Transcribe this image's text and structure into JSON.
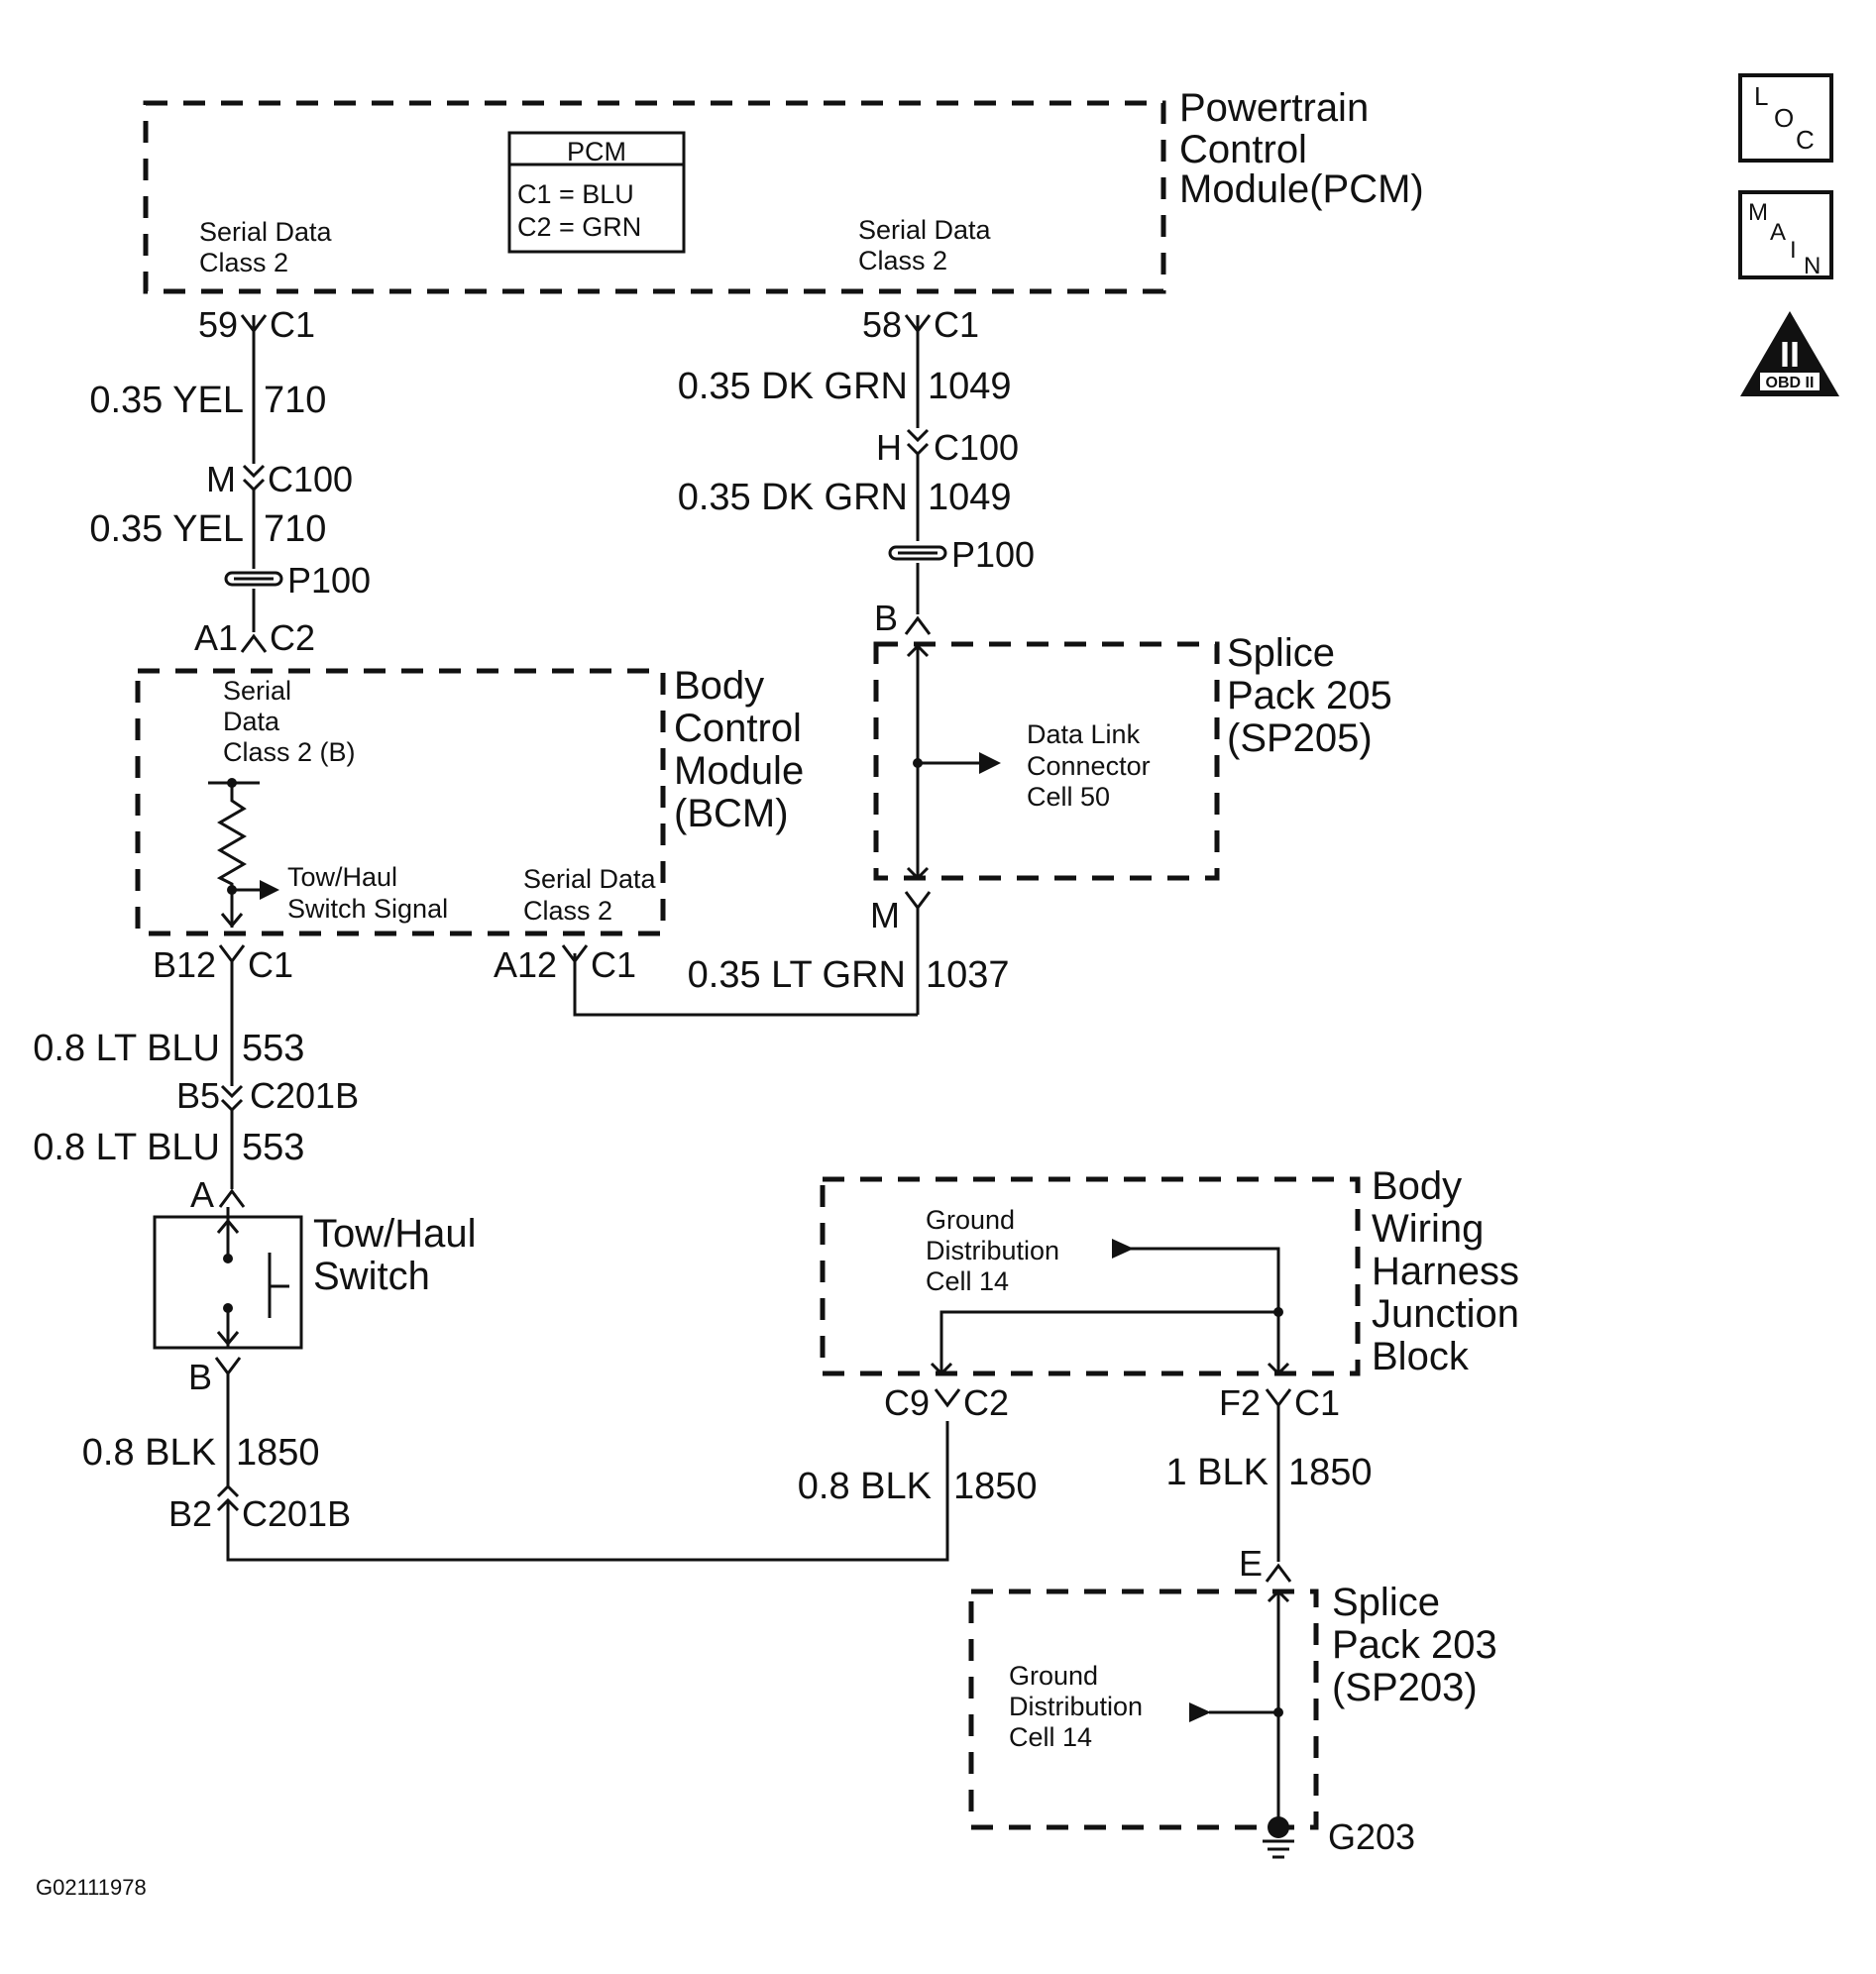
{
  "modules": {
    "pcm": {
      "name": [
        "Powertrain",
        "Control",
        "Module(PCM)"
      ],
      "box_title": "PCM",
      "box_lines": [
        "C1 = BLU",
        "C2 = GRN"
      ],
      "left_label": [
        "Serial Data",
        "Class 2"
      ],
      "right_label": [
        "Serial Data",
        "Class 2"
      ]
    },
    "bcm": {
      "name": [
        "Body",
        "Control",
        "Module",
        "(BCM)"
      ],
      "left_label": [
        "Serial",
        "Data",
        "Class 2 (B)"
      ],
      "signal_label": [
        "Tow/Haul",
        "Switch Signal"
      ],
      "right_label": [
        "Serial Data",
        "Class 2"
      ]
    },
    "sp205": {
      "name": [
        "Splice",
        "Pack 205",
        "(SP205)"
      ],
      "inner": [
        "Data Link",
        "Connector",
        "Cell 50"
      ]
    },
    "switch": {
      "name": [
        "Tow/Haul",
        "Switch"
      ]
    },
    "junction": {
      "name": [
        "Body",
        "Wiring",
        "Harness",
        "Junction",
        "Block"
      ],
      "inner": [
        "Ground",
        "Distribution",
        "Cell 14"
      ]
    },
    "sp203": {
      "name": [
        "Splice",
        "Pack 203",
        "(SP203)"
      ],
      "inner": [
        "Ground",
        "Distribution",
        "Cell 14"
      ]
    }
  },
  "connectors": {
    "pcm_59": {
      "pin": "59",
      "conn": "C1"
    },
    "pcm_58": {
      "pin": "58",
      "conn": "C1"
    },
    "c100_m": {
      "pin": "M",
      "conn": "C100"
    },
    "c100_h": {
      "pin": "H",
      "conn": "C100"
    },
    "p100_left": "P100",
    "p100_right": "P100",
    "bcm_a1": {
      "pin": "A1",
      "conn": "C2"
    },
    "sp205_b": "B",
    "sp205_m": "M",
    "bcm_b12": {
      "pin": "B12",
      "conn": "C1"
    },
    "bcm_a12": {
      "pin": "A12",
      "conn": "C1"
    },
    "c201b_b5": {
      "pin": "B5",
      "conn": "C201B"
    },
    "switch_a": "A",
    "switch_b": "B",
    "c201b_b2": {
      "pin": "B2",
      "conn": "C201B"
    },
    "jb_c9": {
      "pin": "C9",
      "conn": "C2"
    },
    "jb_f2": {
      "pin": "F2",
      "conn": "C1"
    },
    "sp203_e": "E",
    "ground": "G203"
  },
  "wires": {
    "w710_a": {
      "gauge": "0.35 YEL",
      "circuit": "710"
    },
    "w710_b": {
      "gauge": "0.35 YEL",
      "circuit": "710"
    },
    "w1049_a": {
      "gauge": "0.35 DK GRN",
      "circuit": "1049"
    },
    "w1049_b": {
      "gauge": "0.35 DK GRN",
      "circuit": "1049"
    },
    "w1037": {
      "gauge": "0.35 LT GRN",
      "circuit": "1037"
    },
    "w553_a": {
      "gauge": "0.8 LT BLU",
      "circuit": "553"
    },
    "w553_b": {
      "gauge": "0.8 LT BLU",
      "circuit": "553"
    },
    "w1850_a": {
      "gauge": "0.8 BLK",
      "circuit": "1850"
    },
    "w1850_b": {
      "gauge": "0.8 BLK",
      "circuit": "1850"
    },
    "w1850_c": {
      "gauge": "1 BLK",
      "circuit": "1850"
    }
  },
  "side_icons": {
    "loc": [
      "L",
      "O",
      "C"
    ],
    "main": [
      "M",
      "A",
      "I",
      "N"
    ],
    "obd": {
      "numeral": "II",
      "caption": "OBD II"
    }
  },
  "figure_id": "G02111978"
}
